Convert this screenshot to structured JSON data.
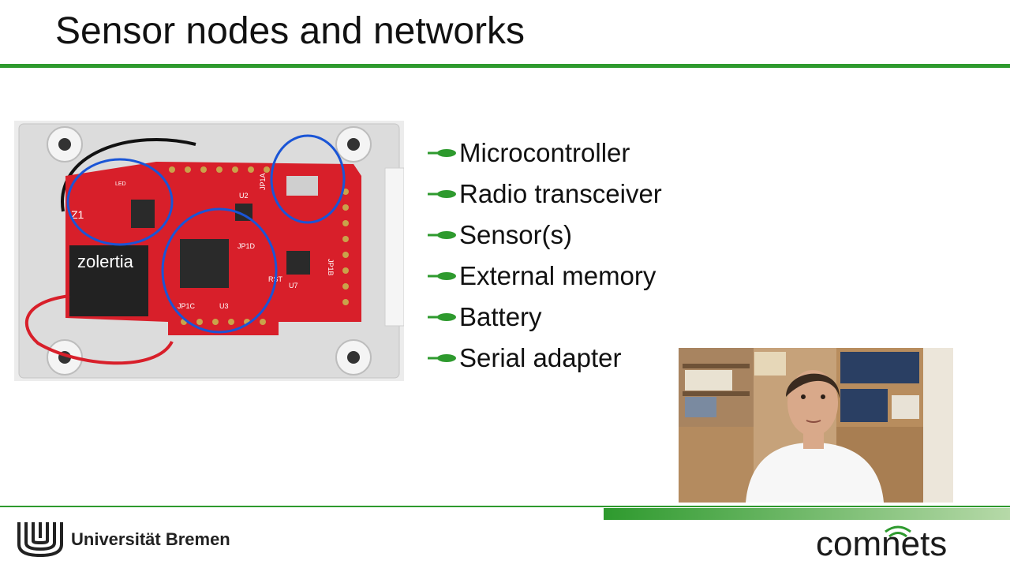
{
  "slide": {
    "title": "Sensor nodes and networks",
    "bullets": [
      "Microcontroller",
      "Radio transceiver",
      "Sensor(s)",
      "External memory",
      "Battery",
      "Serial adapter"
    ]
  },
  "board_photo": {
    "brand_text": "zolertia",
    "labels": [
      "Z1",
      "JP1A",
      "JP1B",
      "JP1C",
      "JP1D",
      "U2",
      "U3",
      "U7",
      "RST",
      "LED"
    ]
  },
  "footer": {
    "university": "Universität Bremen",
    "group_logo_text": "comnets"
  },
  "colors": {
    "accent_green": "#2e9a2e",
    "annotation_blue": "#1a55d6",
    "pcb_red": "#d81f2a"
  }
}
